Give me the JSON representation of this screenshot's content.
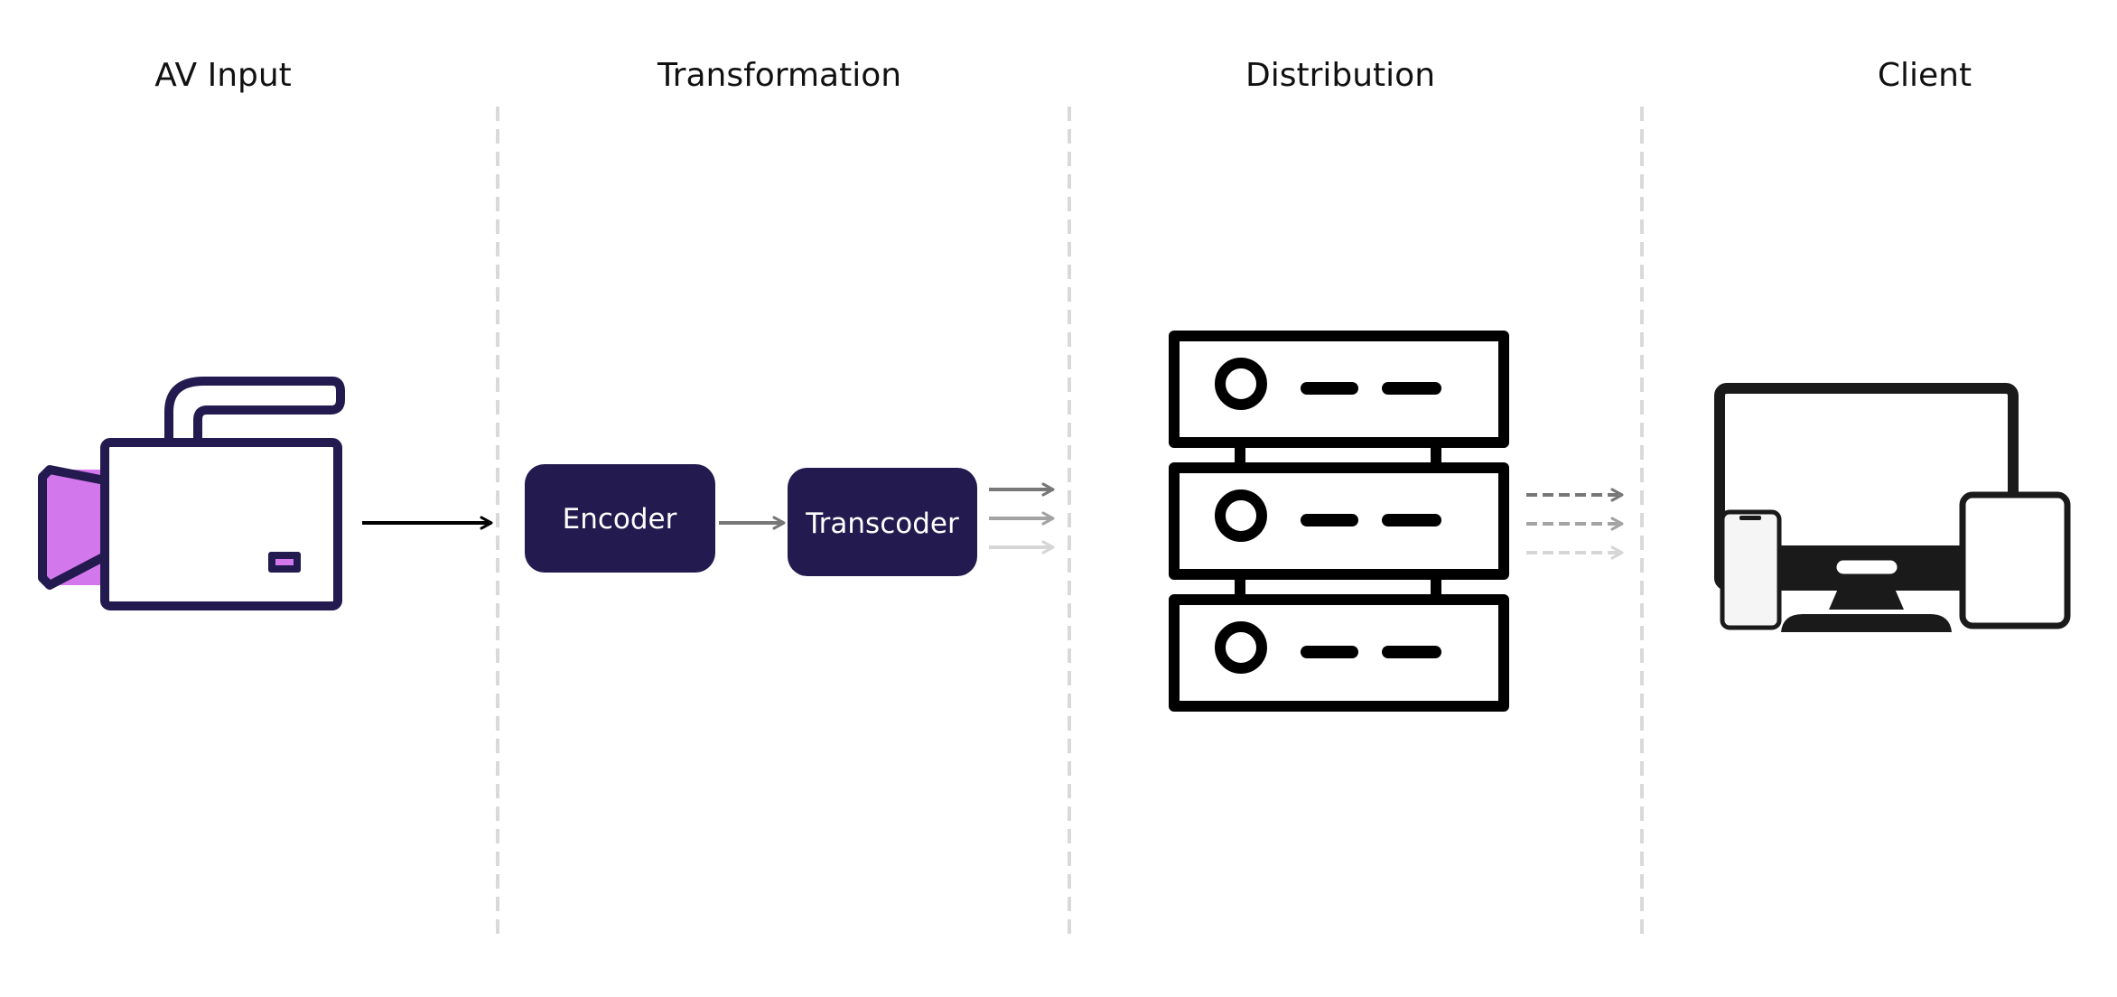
{
  "sections": [
    {
      "id": "av-input",
      "label": "AV Input"
    },
    {
      "id": "transformation",
      "label": "Transformation"
    },
    {
      "id": "distribution",
      "label": "Distribution"
    },
    {
      "id": "client",
      "label": "Client"
    }
  ],
  "nodes": {
    "encoder": {
      "label": "Encoder"
    },
    "transcoder": {
      "label": "Transcoder"
    }
  },
  "icons": {
    "av_input": "video-camera-icon",
    "distribution": "server-rack-icon",
    "client": "multi-device-icon"
  },
  "colors": {
    "box_fill": "#231a4f",
    "camera_outline": "#231a4f",
    "camera_accent": "#d277ec",
    "divider": "#d9d9d9",
    "arrow_dark": "#777777",
    "arrow_mid": "#a3a3a3",
    "arrow_light": "#d6d6d6"
  }
}
